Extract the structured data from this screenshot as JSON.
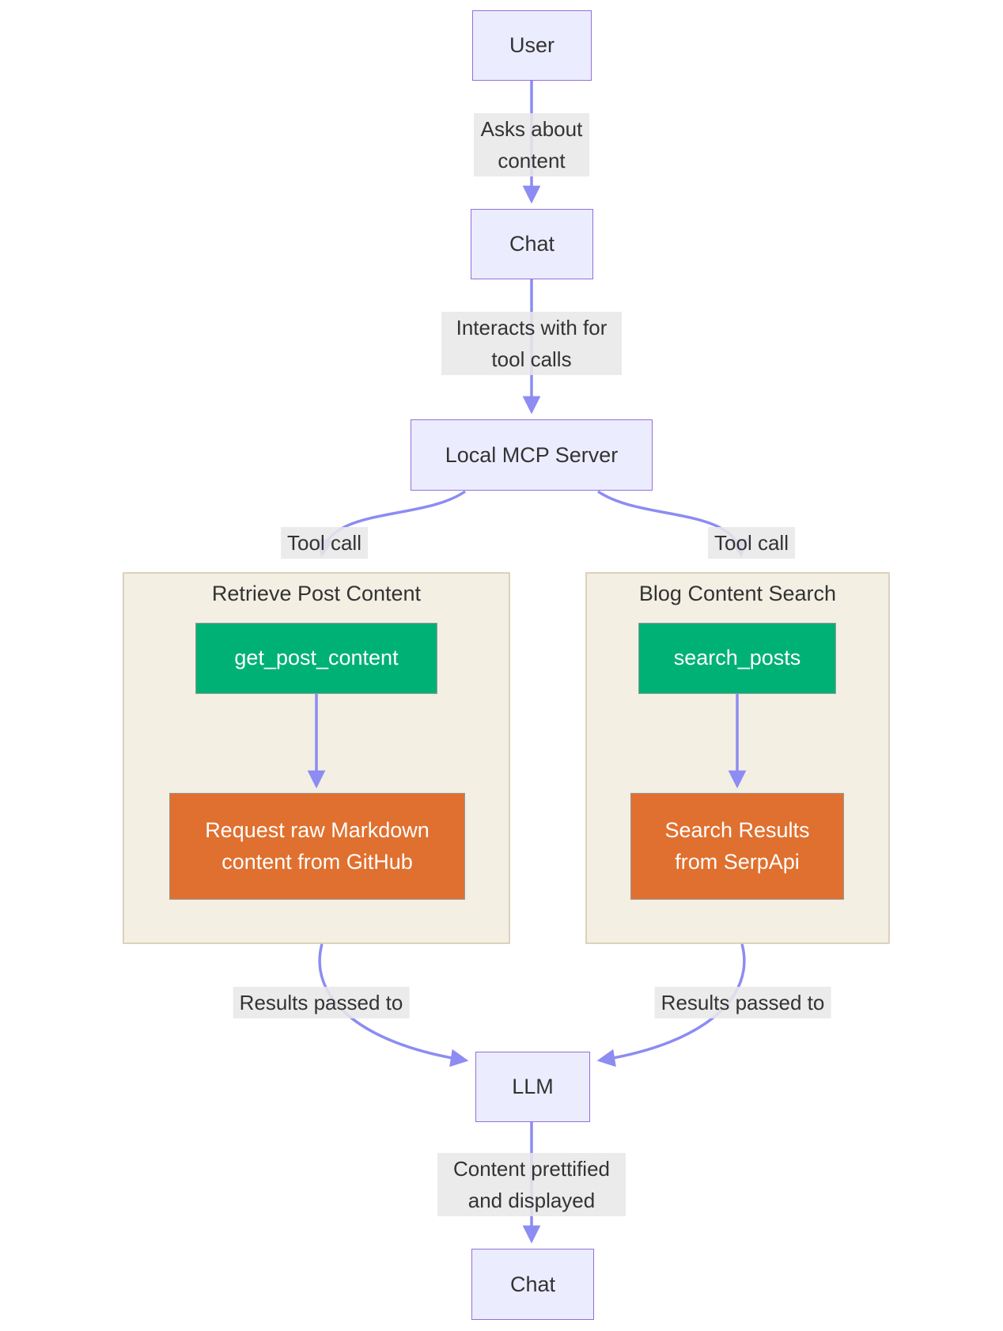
{
  "diagram": {
    "nodes": {
      "user": "User",
      "chat_top": "Chat",
      "mcp_server": "Local MCP Server",
      "llm": "LLM",
      "chat_bottom": "Chat"
    },
    "edge_labels": {
      "asks": "Asks about content",
      "interacts": "Interacts with for tool calls",
      "tool_call_left": "Tool call",
      "tool_call_right": "Tool call",
      "results_left": "Results passed to",
      "results_right": "Results passed to",
      "prettified": "Content prettified and displayed"
    },
    "subgraphs": {
      "retrieve_post_content": {
        "title": "Retrieve Post Content",
        "tool_node": "get_post_content",
        "result_node": "Request raw Markdown content from GitHub"
      },
      "blog_content_search": {
        "title": "Blog Content Search",
        "tool_node": "search_posts",
        "result_node": "Search Results from SerpApi"
      }
    },
    "colors": {
      "node_fill": "#ECECFF",
      "node_border": "#9370DB",
      "line": "#8C8CF2",
      "edge_label_bg": "#E8E8E8",
      "text_dark": "#333333",
      "text_light": "#FFFFFF",
      "cluster_fill": "#F3EFE3",
      "cluster_border": "#DBD2BC",
      "tool_fill": "#00B176",
      "result_fill": "#E0702F",
      "inner_border": "#999999"
    }
  }
}
